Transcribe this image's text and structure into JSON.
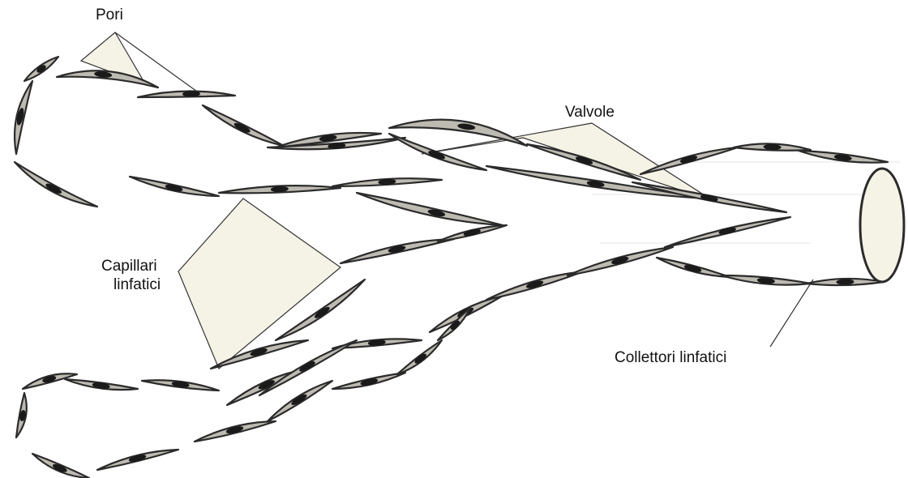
{
  "figure": {
    "description_kind": "lymphatic-capillaries-diagram",
    "labels": {
      "pores": "Pori",
      "valves": "Valvole",
      "capillaries_line1": "Capillari",
      "capillaries_line2": "linfatici",
      "collectors": "Collettori linfatici"
    }
  },
  "colors": {
    "cell_fill": "#bdbab2",
    "cell_stroke": "#2b2b2b",
    "nucleus": "#1a1a1a",
    "callout_fill": "#f5f2e6",
    "callout_line": "#333333"
  }
}
